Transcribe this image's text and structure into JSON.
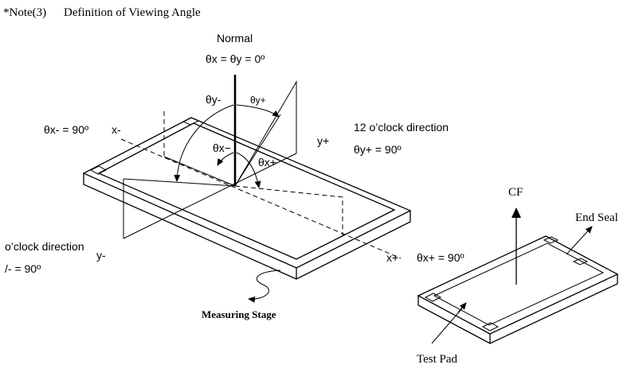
{
  "heading": {
    "note": "*Note(3)",
    "title": "Definition of Viewing Angle"
  },
  "labels": {
    "normal": "Normal",
    "normal_eq": "θx = θy = 0º",
    "theta_y_minus": "θy-",
    "theta_y_plus": "θy+",
    "theta_x_minus_eq": "θx- = 90º",
    "x_minus": "x-",
    "theta_x_minus": "θx−",
    "theta_x_plus": "θx+",
    "y_plus": "y+",
    "twelve_oclock": "12 o’clock direction",
    "theta_y_plus_eq": "θy+ = 90º",
    "six_oclock": "o’clock direction",
    "theta_y_minus_eq": "/- = 90º",
    "y_minus": "y-",
    "x_plus": "x+",
    "theta_x_plus_eq": "θx+ = 90º",
    "measuring_stage": "Measuring Stage",
    "cf": "CF",
    "end_seal": "End Seal",
    "test_pad": "Test Pad"
  }
}
